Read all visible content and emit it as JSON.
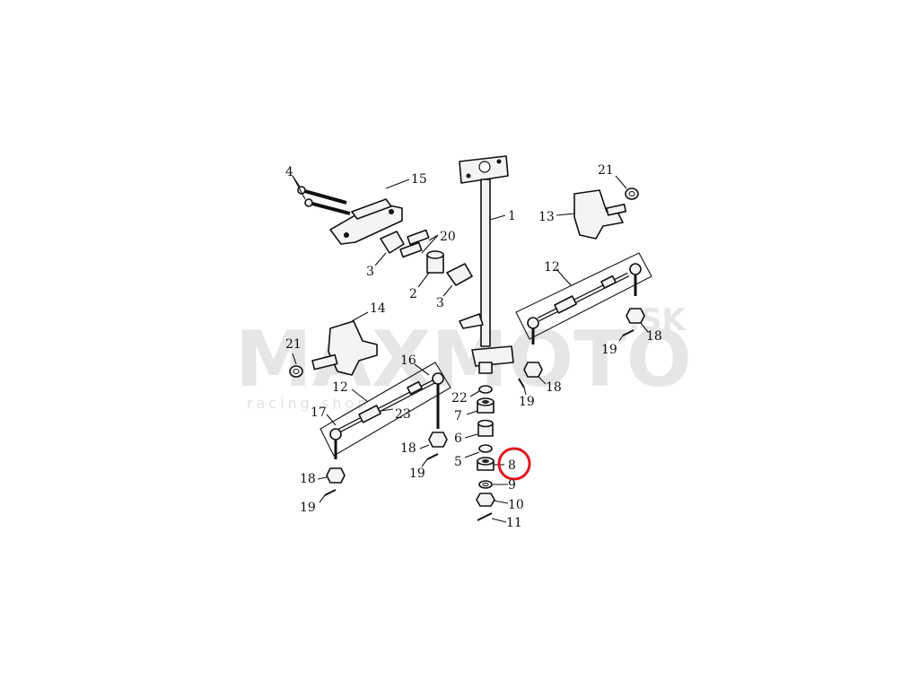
{
  "watermark": {
    "brand": "MAXMOTO",
    "suffix": ".SK",
    "tagline": "racing shop"
  },
  "highlight_color": "#e0161f",
  "highlighted_part": "8",
  "callouts": {
    "c1": "1",
    "c2": "2",
    "c3a": "3",
    "c3b": "3",
    "c4": "4",
    "c5": "5",
    "c6": "6",
    "c7": "7",
    "c8": "8",
    "c9": "9",
    "c10": "10",
    "c11": "11",
    "c12a": "12",
    "c12b": "12",
    "c13": "13",
    "c14": "14",
    "c15": "15",
    "c16": "16",
    "c17": "17",
    "c18a": "18",
    "c18b": "18",
    "c18c": "18",
    "c18d": "18",
    "c19a": "19",
    "c19b": "19",
    "c19c": "19",
    "c19d": "19",
    "c20": "20",
    "c21a": "21",
    "c21b": "21",
    "c22": "22",
    "c23": "23"
  }
}
